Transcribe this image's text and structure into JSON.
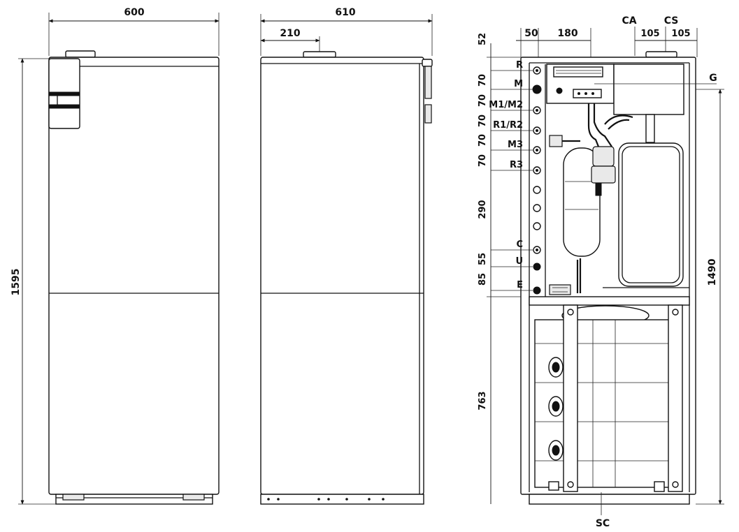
{
  "front_view": {
    "width_label": "600",
    "height_label": "1595"
  },
  "side_view": {
    "width_label": "610",
    "offset_label": "210"
  },
  "interior_view": {
    "top_labels": {
      "a": "50",
      "b": "180",
      "ca": "CA",
      "cs": "CS",
      "ca_offset": "105",
      "cs_offset": "105"
    },
    "left_spacings": [
      "52",
      "70",
      "70",
      "70",
      "70",
      "70",
      "290",
      "55",
      "85",
      "763"
    ],
    "connections": [
      "R",
      "M",
      "M1/M2",
      "R1/R2",
      "M3",
      "R3",
      "C",
      "U",
      "E"
    ],
    "right_label_g": "G",
    "right_height_label": "1490",
    "bottom_label": "SC"
  }
}
